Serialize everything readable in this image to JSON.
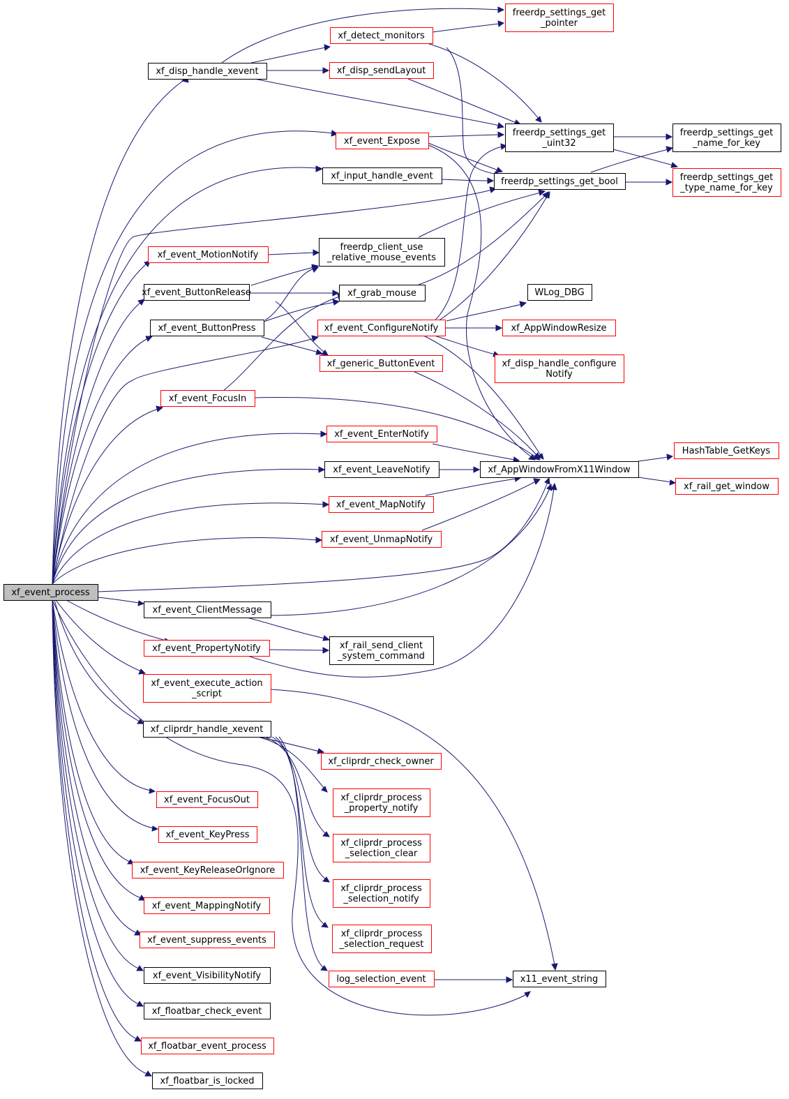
{
  "colors": {
    "edge": "#191970",
    "border_documented": "#000000",
    "border_undocumented": "#ff0000",
    "root_fill": "#bfbfbf",
    "node_fill": "#ffffff"
  },
  "nodes": [
    {
      "id": "n_root",
      "lines": [
        "xf_event_process"
      ],
      "style": "root"
    },
    {
      "id": "n_disp_handle_xevent",
      "lines": [
        "xf_disp_handle_xevent"
      ],
      "style": "black"
    },
    {
      "id": "n_get_pointer",
      "lines": [
        "freerdp_settings_get",
        "_pointer"
      ],
      "style": "red"
    },
    {
      "id": "n_detect_monitors",
      "lines": [
        "xf_detect_monitors"
      ],
      "style": "red"
    },
    {
      "id": "n_disp_sendLayout",
      "lines": [
        "xf_disp_sendLayout"
      ],
      "style": "red"
    },
    {
      "id": "n_get_uint32",
      "lines": [
        "freerdp_settings_get",
        "_uint32"
      ],
      "style": "black"
    },
    {
      "id": "n_get_name_for_key",
      "lines": [
        "freerdp_settings_get",
        "_name_for_key"
      ],
      "style": "black"
    },
    {
      "id": "n_get_type_name",
      "lines": [
        "freerdp_settings_get",
        "_type_name_for_key"
      ],
      "style": "red"
    },
    {
      "id": "n_event_expose",
      "lines": [
        "xf_event_Expose"
      ],
      "style": "red"
    },
    {
      "id": "n_input_handle_event",
      "lines": [
        "xf_input_handle_event"
      ],
      "style": "black"
    },
    {
      "id": "n_get_bool",
      "lines": [
        "freerdp_settings_get_bool"
      ],
      "style": "black"
    },
    {
      "id": "n_motion_notify",
      "lines": [
        "xf_event_MotionNotify"
      ],
      "style": "red"
    },
    {
      "id": "n_use_relative",
      "lines": [
        "freerdp_client_use",
        "_relative_mouse_events"
      ],
      "style": "black"
    },
    {
      "id": "n_button_release",
      "lines": [
        "xf_event_ButtonRelease"
      ],
      "style": "black"
    },
    {
      "id": "n_grab_mouse",
      "lines": [
        "xf_grab_mouse"
      ],
      "style": "black"
    },
    {
      "id": "n_wlog_dbg",
      "lines": [
        "WLog_DBG"
      ],
      "style": "black"
    },
    {
      "id": "n_button_press",
      "lines": [
        "xf_event_ButtonPress"
      ],
      "style": "black"
    },
    {
      "id": "n_configure_notify",
      "lines": [
        "xf_event_ConfigureNotify"
      ],
      "style": "red"
    },
    {
      "id": "n_appwindow_resize",
      "lines": [
        "xf_AppWindowResize"
      ],
      "style": "red"
    },
    {
      "id": "n_generic_button",
      "lines": [
        "xf_generic_ButtonEvent"
      ],
      "style": "red"
    },
    {
      "id": "n_disp_configure",
      "lines": [
        "xf_disp_handle_configure",
        "Notify"
      ],
      "style": "red"
    },
    {
      "id": "n_focus_in",
      "lines": [
        "xf_event_FocusIn"
      ],
      "style": "red"
    },
    {
      "id": "n_enter_notify",
      "lines": [
        "xf_event_EnterNotify"
      ],
      "style": "red"
    },
    {
      "id": "n_hashtable_getkeys",
      "lines": [
        "HashTable_GetKeys"
      ],
      "style": "red"
    },
    {
      "id": "n_leave_notify",
      "lines": [
        "xf_event_LeaveNotify"
      ],
      "style": "black"
    },
    {
      "id": "n_appwindow_from_x11",
      "lines": [
        "xf_AppWindowFromX11Window"
      ],
      "style": "black"
    },
    {
      "id": "n_rail_get_window",
      "lines": [
        "xf_rail_get_window"
      ],
      "style": "red"
    },
    {
      "id": "n_map_notify",
      "lines": [
        "xf_event_MapNotify"
      ],
      "style": "red"
    },
    {
      "id": "n_unmap_notify",
      "lines": [
        "xf_event_UnmapNotify"
      ],
      "style": "red"
    },
    {
      "id": "n_client_message",
      "lines": [
        "xf_event_ClientMessage"
      ],
      "style": "black"
    },
    {
      "id": "n_rail_send_command",
      "lines": [
        "xf_rail_send_client",
        "_system_command"
      ],
      "style": "black"
    },
    {
      "id": "n_property_notify",
      "lines": [
        "xf_event_PropertyNotify"
      ],
      "style": "red"
    },
    {
      "id": "n_execute_action",
      "lines": [
        "xf_event_execute_action",
        "_script"
      ],
      "style": "red"
    },
    {
      "id": "n_cliprdr_handle_xevent",
      "lines": [
        "xf_cliprdr_handle_xevent"
      ],
      "style": "black"
    },
    {
      "id": "n_cliprdr_check_owner",
      "lines": [
        "xf_cliprdr_check_owner"
      ],
      "style": "red"
    },
    {
      "id": "n_cliprdr_property_notify",
      "lines": [
        "xf_cliprdr_process",
        "_property_notify"
      ],
      "style": "red"
    },
    {
      "id": "n_focus_out",
      "lines": [
        "xf_event_FocusOut"
      ],
      "style": "red"
    },
    {
      "id": "n_cliprdr_selection_clear",
      "lines": [
        "xf_cliprdr_process",
        "_selection_clear"
      ],
      "style": "red"
    },
    {
      "id": "n_key_press",
      "lines": [
        "xf_event_KeyPress"
      ],
      "style": "red"
    },
    {
      "id": "n_key_release",
      "lines": [
        "xf_event_KeyReleaseOrIgnore"
      ],
      "style": "red"
    },
    {
      "id": "n_cliprdr_selection_notify",
      "lines": [
        "xf_cliprdr_process",
        "_selection_notify"
      ],
      "style": "red"
    },
    {
      "id": "n_mapping_notify",
      "lines": [
        "xf_event_MappingNotify"
      ],
      "style": "red"
    },
    {
      "id": "n_suppress_events",
      "lines": [
        "xf_event_suppress_events"
      ],
      "style": "red"
    },
    {
      "id": "n_cliprdr_selection_request",
      "lines": [
        "xf_cliprdr_process",
        "_selection_request"
      ],
      "style": "red"
    },
    {
      "id": "n_visibility_notify",
      "lines": [
        "xf_event_VisibilityNotify"
      ],
      "style": "black"
    },
    {
      "id": "n_log_selection_event",
      "lines": [
        "log_selection_event"
      ],
      "style": "red"
    },
    {
      "id": "n_x11_event_string",
      "lines": [
        "x11_event_string"
      ],
      "style": "black"
    },
    {
      "id": "n_floatbar_check",
      "lines": [
        "xf_floatbar_check_event"
      ],
      "style": "black"
    },
    {
      "id": "n_floatbar_process",
      "lines": [
        "xf_floatbar_event_process"
      ],
      "style": "red"
    },
    {
      "id": "n_floatbar_locked",
      "lines": [
        "xf_floatbar_is_locked"
      ],
      "style": "black"
    }
  ]
}
